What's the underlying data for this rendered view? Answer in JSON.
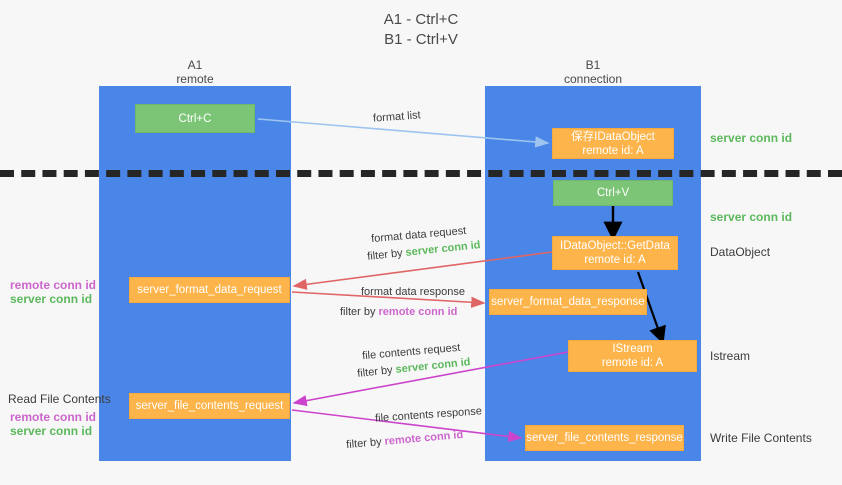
{
  "diagram": {
    "title_line1": "A1 - Ctrl+C",
    "title_line2": "B1 - Ctrl+V",
    "colors": {
      "lane": "#4a86e8",
      "green_node": "#7cc576",
      "orange_node": "#fdb44b",
      "server_conn": "#5cb85c",
      "remote_conn": "#cc66cc",
      "arrow_blue": "#9ec5ef",
      "arrow_red": "#e06666",
      "arrow_magenta": "#cc44cc",
      "arrow_black": "#000000",
      "background": "#f7f7f7"
    },
    "lanes": [
      {
        "id": "a1",
        "title": "A1",
        "subtitle": "remote"
      },
      {
        "id": "b1",
        "title": "B1",
        "subtitle": "connection"
      }
    ],
    "nodes": [
      {
        "id": "ctrl-c",
        "lane": "a1",
        "style": "green",
        "line1": "Ctrl+C",
        "line2": ""
      },
      {
        "id": "save-idataobject",
        "lane": "b1",
        "style": "orange",
        "line1": "保存IDataObject",
        "line2": "remote id: A"
      },
      {
        "id": "ctrl-v",
        "lane": "b1",
        "style": "green",
        "line1": "Ctrl+V",
        "line2": ""
      },
      {
        "id": "getdata",
        "lane": "b1",
        "style": "orange",
        "line1": "IDataObject::GetData",
        "line2": "remote id: A"
      },
      {
        "id": "fmt-data-request",
        "lane": "a1",
        "style": "orange",
        "line1": "server_format_data_request",
        "line2": ""
      },
      {
        "id": "fmt-data-response",
        "lane": "b1",
        "style": "orange",
        "line1": "server_format_data_response",
        "line2": ""
      },
      {
        "id": "istream",
        "lane": "b1",
        "style": "orange",
        "line1": "IStream",
        "line2": "remote id: A"
      },
      {
        "id": "file-req",
        "lane": "a1",
        "style": "orange",
        "line1": "server_file_contents_request",
        "line2": ""
      },
      {
        "id": "file-resp",
        "lane": "b1",
        "style": "orange",
        "line1": "server_file_contents_response",
        "line2": ""
      }
    ],
    "edge_labels": [
      {
        "id": "format-list",
        "text": "format list"
      },
      {
        "id": "fmt-req-title",
        "text": "format data request"
      },
      {
        "id": "fmt-req-filter",
        "prefix": "filter by ",
        "token": "server conn id",
        "token_color": "server"
      },
      {
        "id": "fmt-resp-title",
        "text": "format data response"
      },
      {
        "id": "fmt-resp-filter",
        "prefix": "filter by ",
        "token": "remote conn id",
        "token_color": "remote"
      },
      {
        "id": "file-req-title",
        "text": "file contents request"
      },
      {
        "id": "file-req-filter",
        "prefix": "filter by ",
        "token": "server conn id",
        "token_color": "server"
      },
      {
        "id": "file-resp-title",
        "text": "file contents response"
      },
      {
        "id": "file-resp-filter",
        "prefix": "filter by ",
        "token": "remote conn id",
        "token_color": "remote"
      }
    ],
    "right_annotations": [
      {
        "id": "ann-server-conn-1",
        "text": "server conn id",
        "color": "server"
      },
      {
        "id": "ann-server-conn-2",
        "text": "server conn id",
        "color": "server"
      },
      {
        "id": "ann-dataobject",
        "text": "DataObject",
        "color": "dark"
      },
      {
        "id": "ann-istream",
        "text": "Istream",
        "color": "dark"
      },
      {
        "id": "ann-write-file",
        "text": "Write File Contents",
        "color": "dark"
      }
    ],
    "left_annotations": [
      {
        "id": "left-remote-1",
        "text": "remote conn id",
        "color": "remote"
      },
      {
        "id": "left-server-1",
        "text": "server conn id",
        "color": "server"
      },
      {
        "id": "left-read-file",
        "text": "Read File Contents",
        "color": "dark"
      },
      {
        "id": "left-remote-2",
        "text": "remote conn id",
        "color": "remote"
      },
      {
        "id": "left-server-2",
        "text": "server conn id",
        "color": "server"
      }
    ]
  }
}
